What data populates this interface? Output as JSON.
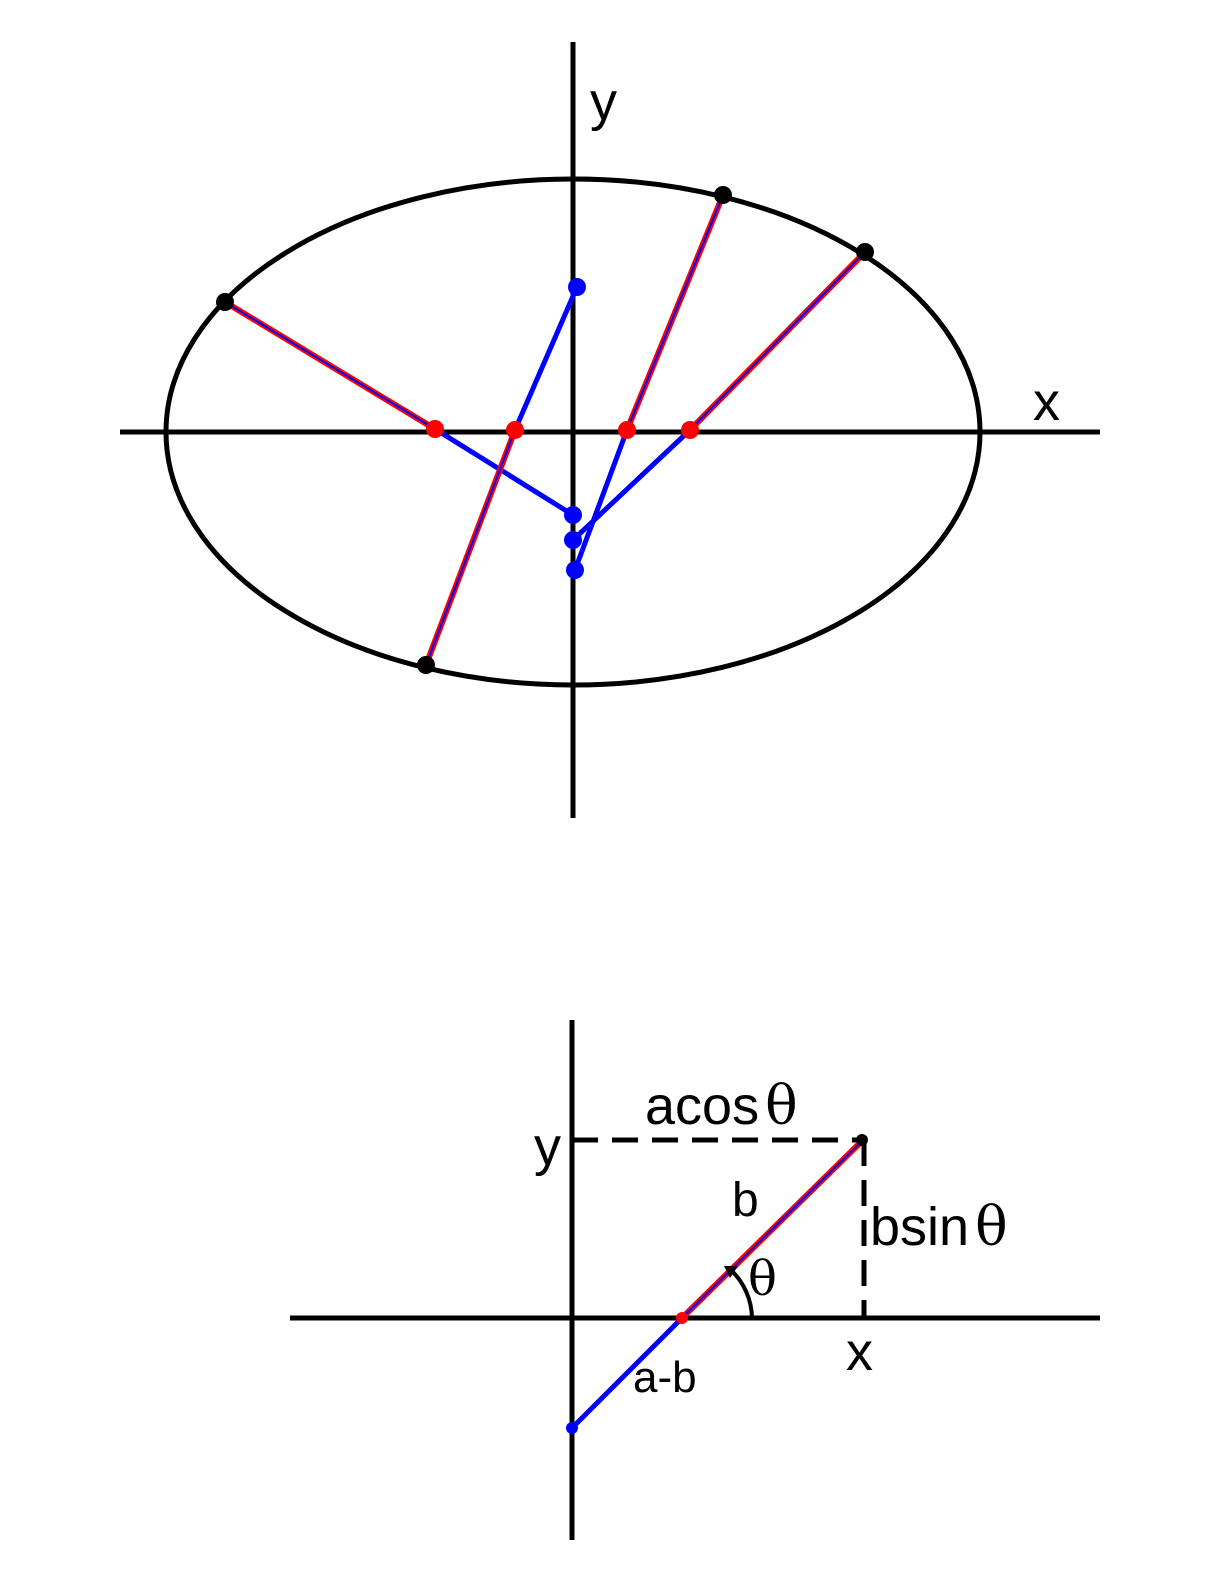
{
  "colors": {
    "axis": "#000000",
    "ellipse": "#000000",
    "blue": "#0000ff",
    "red": "#ff0000",
    "point": "#000000",
    "background": "#ffffff"
  },
  "top_figure": {
    "axis_x_label": "x",
    "axis_y_label": "y"
  },
  "bottom_figure": {
    "axis_x_label": "x",
    "axis_y_label": "y",
    "label_acos": "acos",
    "label_bsin": "bsin",
    "label_b": "b",
    "label_ab": "a-b",
    "theta": "θ"
  }
}
